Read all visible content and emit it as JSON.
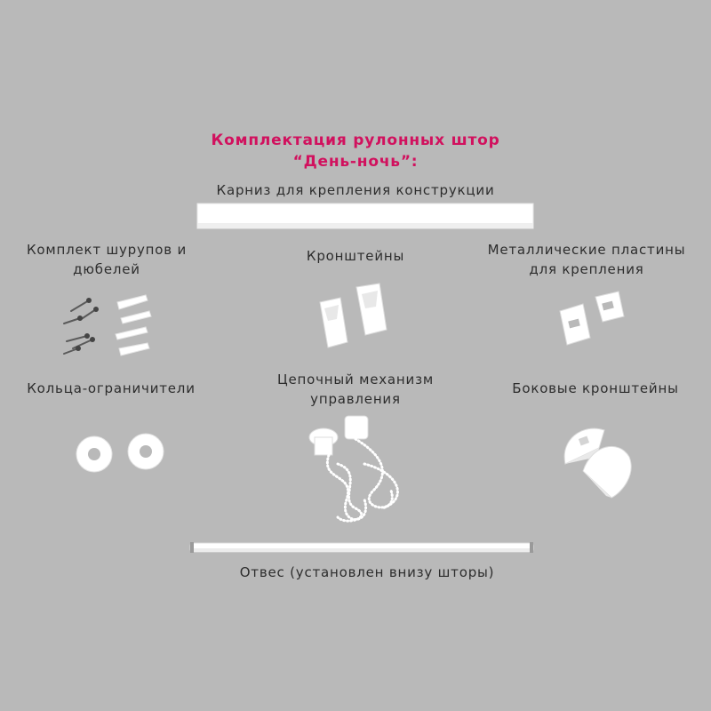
{
  "title": {
    "line1": "Комплектация рулонных штор",
    "line2": "“День-ночь”:"
  },
  "items": {
    "cornice": "Карниз для крепления конструкции",
    "screws_line1": "Комплект шурупов и",
    "screws_line2": "дюбелей",
    "brackets": "Кронштейны",
    "plates_line1": "Металлические пластины",
    "plates_line2": "для крепления",
    "rings": "Кольца-ограничители",
    "chain_line1": "Цепочный механизм",
    "chain_line2": "управления",
    "side_brackets": "Боковые кронштейны",
    "weight": "Отвес (установлен внизу шторы)"
  },
  "colors": {
    "background": "#b9b9b9",
    "title": "#d1115e",
    "text": "#2d2d2d",
    "parts": "#ffffff"
  }
}
